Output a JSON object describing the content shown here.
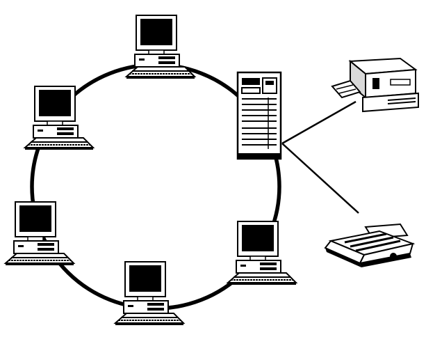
{
  "diagram": {
    "topology": "ring",
    "colors": {
      "ink": "#000000",
      "paper": "#ffffff",
      "shade": "#d9d9d9"
    },
    "nodes": [
      {
        "id": "pc-top",
        "kind": "desktop-computer"
      },
      {
        "id": "pc-upper-left",
        "kind": "desktop-computer"
      },
      {
        "id": "pc-lower-left",
        "kind": "desktop-computer"
      },
      {
        "id": "pc-bottom",
        "kind": "desktop-computer"
      },
      {
        "id": "pc-lower-right",
        "kind": "desktop-computer"
      },
      {
        "id": "server",
        "kind": "tower-server"
      }
    ],
    "peripherals": [
      {
        "id": "laser-printer",
        "kind": "laser-printer",
        "connected_to": "server"
      },
      {
        "id": "dot-matrix-printer",
        "kind": "dot-matrix-printer",
        "connected_to": "server"
      }
    ],
    "icons": [
      "desktop-computer-icon",
      "tower-server-icon",
      "laser-printer-icon",
      "dot-matrix-printer-icon"
    ]
  }
}
